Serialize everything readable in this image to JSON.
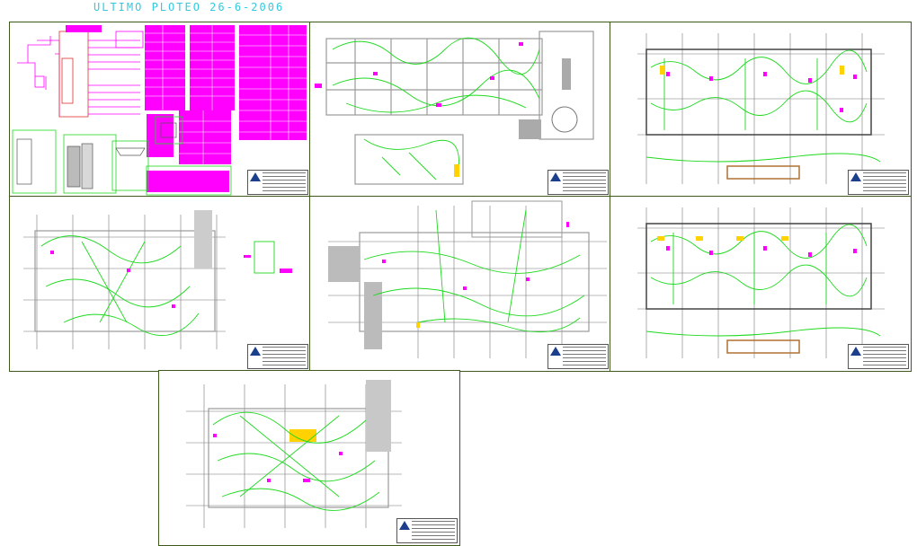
{
  "title": "ULTIMO PLOTEO 26-6-2006",
  "colors": {
    "frame": "#3d5a1a",
    "wiring": "#1ed91e",
    "tables": "#ff00ff",
    "title": "#35c8e0",
    "walls": "#9a9a9a",
    "accent": "#e03030"
  },
  "sheets": [
    {
      "id": "sheet-diagrams-tables",
      "kind": "tables"
    },
    {
      "id": "sheet-floor-plan-2",
      "kind": "plan"
    },
    {
      "id": "sheet-floor-plan-3",
      "kind": "plan"
    },
    {
      "id": "sheet-floor-plan-4",
      "kind": "plan"
    },
    {
      "id": "sheet-floor-plan-5",
      "kind": "plan"
    },
    {
      "id": "sheet-floor-plan-6",
      "kind": "plan"
    },
    {
      "id": "sheet-floor-plan-7",
      "kind": "plan"
    }
  ]
}
